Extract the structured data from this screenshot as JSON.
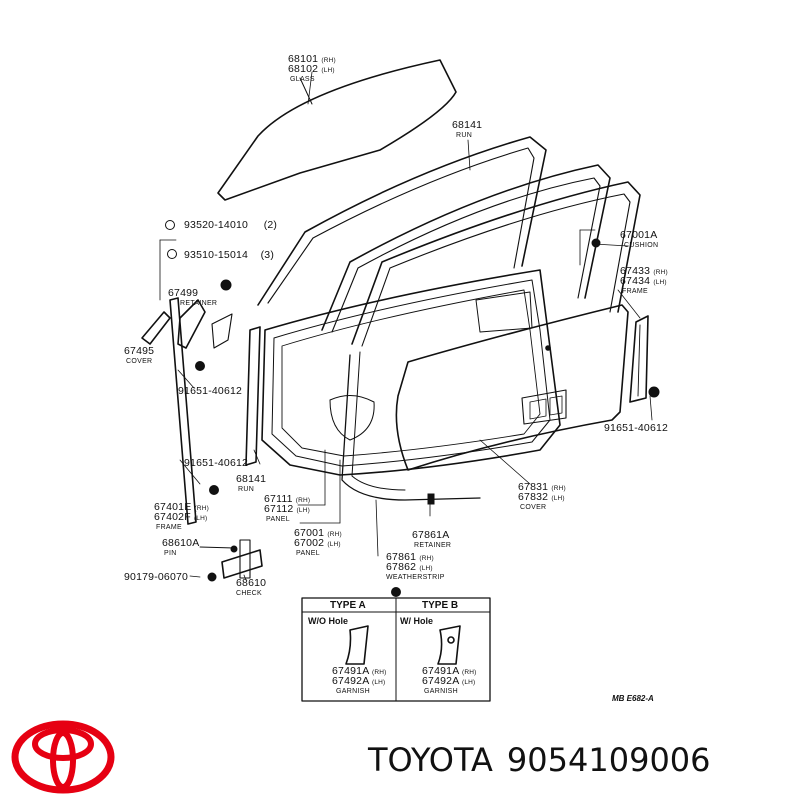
{
  "callouts": {
    "glass": {
      "n1": "68101",
      "s1": "(RH)",
      "n2": "68102",
      "s2": "(LH)",
      "name": "GLASS"
    },
    "run_top": {
      "n": "68141",
      "name": "RUN"
    },
    "bolt1": {
      "n": "93520-14010",
      "qty": "(2)"
    },
    "bolt2": {
      "n": "93510-15014",
      "qty": "(3)"
    },
    "cushion": {
      "n": "67001A",
      "name": "CUSHION"
    },
    "frame_rear": {
      "n1": "67433",
      "s1": "(RH)",
      "n2": "67434",
      "s2": "(LH)",
      "name": "FRAME"
    },
    "retainer_l": {
      "n": "67499",
      "name": "RETAINER"
    },
    "cover_l": {
      "n": "67495",
      "name": "COVER"
    },
    "clip1": {
      "n": "91651-40612"
    },
    "clip_rear": {
      "n": "91651-40612"
    },
    "clip2": {
      "n": "91651-40612"
    },
    "run_low": {
      "n": "68141",
      "name": "RUN"
    },
    "frame_front": {
      "n1": "67401E",
      "s1": "(RH)",
      "n2": "67402F",
      "s2": "(LH)",
      "name": "FRAME"
    },
    "panel_inner": {
      "n1": "67111",
      "s1": "(RH)",
      "n2": "67112",
      "s2": "(LH)",
      "name": "PANEL"
    },
    "panel_outer": {
      "n1": "67001",
      "s1": "(RH)",
      "n2": "67002",
      "s2": "(LH)",
      "name": "PANEL"
    },
    "cover_trim": {
      "n1": "67831",
      "s1": "(RH)",
      "n2": "67832",
      "s2": "(LH)",
      "name": "COVER"
    },
    "retainer_r": {
      "n": "67861A",
      "name": "RETAINER"
    },
    "weatherstrip": {
      "n1": "67861",
      "s1": "(RH)",
      "n2": "67862",
      "s2": "(LH)",
      "name": "WEATHERSTRIP"
    },
    "pin": {
      "n": "68610A",
      "name": "PIN"
    },
    "bolt3": {
      "n": "90179-06070"
    },
    "check": {
      "n": "68610",
      "name": "CHECK"
    }
  },
  "types": {
    "a": {
      "title": "TYPE  A",
      "sub": "W/O  Hole",
      "n1": "67491A",
      "s1": "(RH)",
      "n2": "67492A",
      "s2": "(LH)",
      "name": "GARNISH"
    },
    "b": {
      "title": "TYPE  B",
      "sub": "W/  Hole",
      "n1": "67491A",
      "s1": "(RH)",
      "n2": "67492A",
      "s2": "(LH)",
      "name": "GARNISH"
    }
  },
  "diagram_code": "MB  E682-A",
  "brand": {
    "name": "TOYOTA",
    "part_number": "9054109006",
    "logo_color": "#e60012"
  }
}
